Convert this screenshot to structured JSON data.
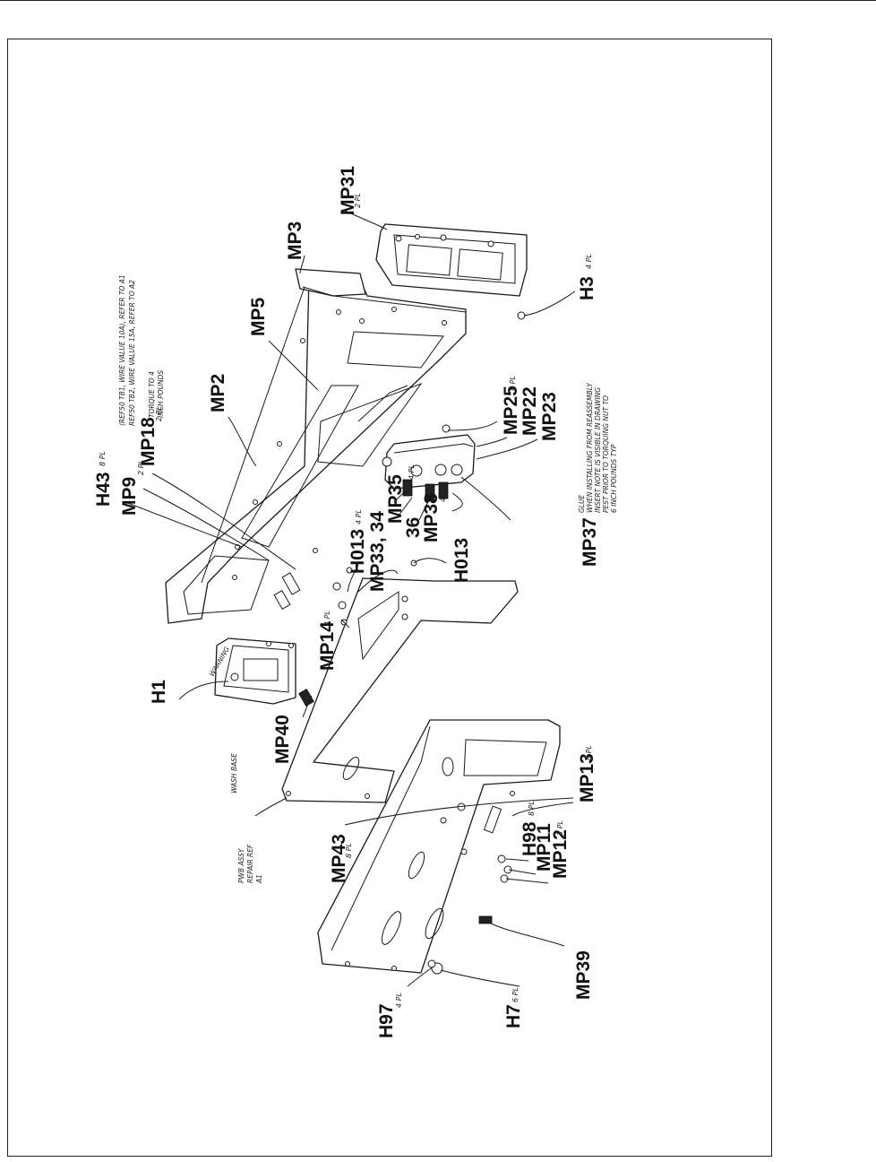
{
  "labels": {
    "mp31": "MP31",
    "mp3": "MP3",
    "mp5": "MP5",
    "mp2": "MP2",
    "mp18": "MP18",
    "h43": "H43",
    "mp9": "MP9",
    "h1": "H1",
    "h013a": "H013",
    "mp33_34": "MP33, 34",
    "mp35": "MP35",
    "n36": "36",
    "mp38": "MP38",
    "h013b": "H013",
    "mp14": "MP14",
    "mp37": "MP37",
    "mp25": "MP25",
    "mp22": "MP22",
    "mp23": "MP23",
    "h3": "H3",
    "mp40": "MP40",
    "mp43": "MP43",
    "mp13": "MP13",
    "h98": "H98",
    "mp11": "MP11",
    "mp12": "MP12",
    "mp39": "MP39",
    "h97": "H97",
    "h7": "H7"
  },
  "quantities": {
    "mp31": "2 PL",
    "mp18": "2 PL",
    "h43": "8 PL",
    "mp9": "2 PL",
    "h013a": "4 PL",
    "mp35": "4 PL",
    "mp38": "4 PL",
    "mp14": "4 PL",
    "mp25": "6 PL",
    "h3": "4 PL",
    "mp13": "8 PL",
    "h98": "8 PL",
    "mp12": "3 PL",
    "h97": "4 PL",
    "h7": "6 PL",
    "mp43": "8 PL"
  },
  "notes": {
    "mp18_line1": "(REF50 TB1, WIRE VALUE 10A), REFER TO A1",
    "mp18_line2": "REF50 TB2, WIRE VALUE 15A, REFER TO A2",
    "mp18_line3": "TORQUE TO 4",
    "mp18_line4": "INCH POUNDS",
    "mp37_line1": "GLUE",
    "mp37_line2": "WHEN INSTALLING FROM REASSEMBLY",
    "mp37_line3": "INSERT NOTE IS VISIBLE IN DRAWING",
    "mp37_line4": "PEST PRIOR TO TORQUING NUT TO",
    "mp37_line5": "6 INCH POUNDS TYP",
    "h1_note1": "WARNING",
    "h1_note2": "WASH BASE",
    "pwb_note1": "PWB ASSY",
    "pwb_note2": "REPAIR REF",
    "pwb_note3": "A1"
  }
}
